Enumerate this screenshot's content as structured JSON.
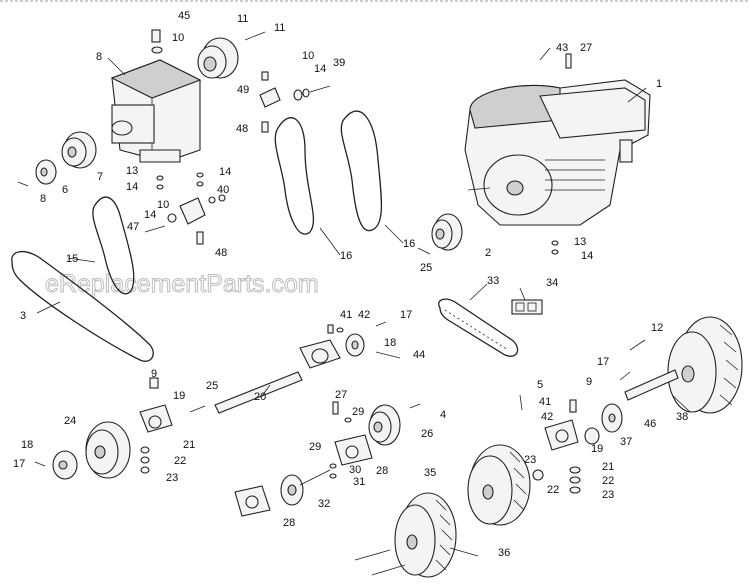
{
  "watermark": "eReplacementParts.com",
  "callouts": [
    {
      "id": "c45",
      "text": "45"
    },
    {
      "id": "c10a",
      "text": "10"
    },
    {
      "id": "c11a",
      "text": "11"
    },
    {
      "id": "c11b",
      "text": "11"
    },
    {
      "id": "c8a",
      "text": "8"
    },
    {
      "id": "c10b",
      "text": "10"
    },
    {
      "id": "c14a",
      "text": "14"
    },
    {
      "id": "c39",
      "text": "39"
    },
    {
      "id": "c49",
      "text": "49"
    },
    {
      "id": "c48a",
      "text": "48"
    },
    {
      "id": "c43",
      "text": "43"
    },
    {
      "id": "c27a",
      "text": "27"
    },
    {
      "id": "c1",
      "text": "1"
    },
    {
      "id": "c6",
      "text": "6"
    },
    {
      "id": "c7",
      "text": "7"
    },
    {
      "id": "c8b",
      "text": "8"
    },
    {
      "id": "c13a",
      "text": "13"
    },
    {
      "id": "c14b",
      "text": "14"
    },
    {
      "id": "c14c",
      "text": "14"
    },
    {
      "id": "c40",
      "text": "40"
    },
    {
      "id": "c10c",
      "text": "10"
    },
    {
      "id": "c14d",
      "text": "14"
    },
    {
      "id": "c47",
      "text": "47"
    },
    {
      "id": "c48b",
      "text": "48"
    },
    {
      "id": "c15",
      "text": "15"
    },
    {
      "id": "c16a",
      "text": "16"
    },
    {
      "id": "c16b",
      "text": "16"
    },
    {
      "id": "c2",
      "text": "2"
    },
    {
      "id": "c25a",
      "text": "25"
    },
    {
      "id": "c13b",
      "text": "13"
    },
    {
      "id": "c14e",
      "text": "14"
    },
    {
      "id": "c3",
      "text": "3"
    },
    {
      "id": "c33",
      "text": "33"
    },
    {
      "id": "c34",
      "text": "34"
    },
    {
      "id": "c41a",
      "text": "41"
    },
    {
      "id": "c42a",
      "text": "42"
    },
    {
      "id": "c17a",
      "text": "17"
    },
    {
      "id": "c18a",
      "text": "18"
    },
    {
      "id": "c44",
      "text": "44"
    },
    {
      "id": "c12",
      "text": "12"
    },
    {
      "id": "c17b",
      "text": "17"
    },
    {
      "id": "c9a",
      "text": "9"
    },
    {
      "id": "c19a",
      "text": "19"
    },
    {
      "id": "c25b",
      "text": "25"
    },
    {
      "id": "c20",
      "text": "20"
    },
    {
      "id": "c27b",
      "text": "27"
    },
    {
      "id": "c29a",
      "text": "29"
    },
    {
      "id": "c4",
      "text": "4"
    },
    {
      "id": "c26",
      "text": "26"
    },
    {
      "id": "c5",
      "text": "5"
    },
    {
      "id": "c41b",
      "text": "41"
    },
    {
      "id": "c42b",
      "text": "42"
    },
    {
      "id": "c9b",
      "text": "9"
    },
    {
      "id": "c37",
      "text": "37"
    },
    {
      "id": "c46",
      "text": "46"
    },
    {
      "id": "c38",
      "text": "38"
    },
    {
      "id": "c24",
      "text": "24"
    },
    {
      "id": "c21a",
      "text": "21"
    },
    {
      "id": "c22a",
      "text": "22"
    },
    {
      "id": "c23a",
      "text": "23"
    },
    {
      "id": "c18b",
      "text": "18"
    },
    {
      "id": "c17c",
      "text": "17"
    },
    {
      "id": "c29b",
      "text": "29"
    },
    {
      "id": "c30",
      "text": "30"
    },
    {
      "id": "c28a",
      "text": "28"
    },
    {
      "id": "c31",
      "text": "31"
    },
    {
      "id": "c19b",
      "text": "19"
    },
    {
      "id": "c23b",
      "text": "23"
    },
    {
      "id": "c22b",
      "text": "22"
    },
    {
      "id": "c21b",
      "text": "21"
    },
    {
      "id": "c22c",
      "text": "22"
    },
    {
      "id": "c23c",
      "text": "23"
    },
    {
      "id": "c35",
      "text": "35"
    },
    {
      "id": "c32",
      "text": "32"
    },
    {
      "id": "c28b",
      "text": "28"
    },
    {
      "id": "c36",
      "text": "36"
    }
  ]
}
